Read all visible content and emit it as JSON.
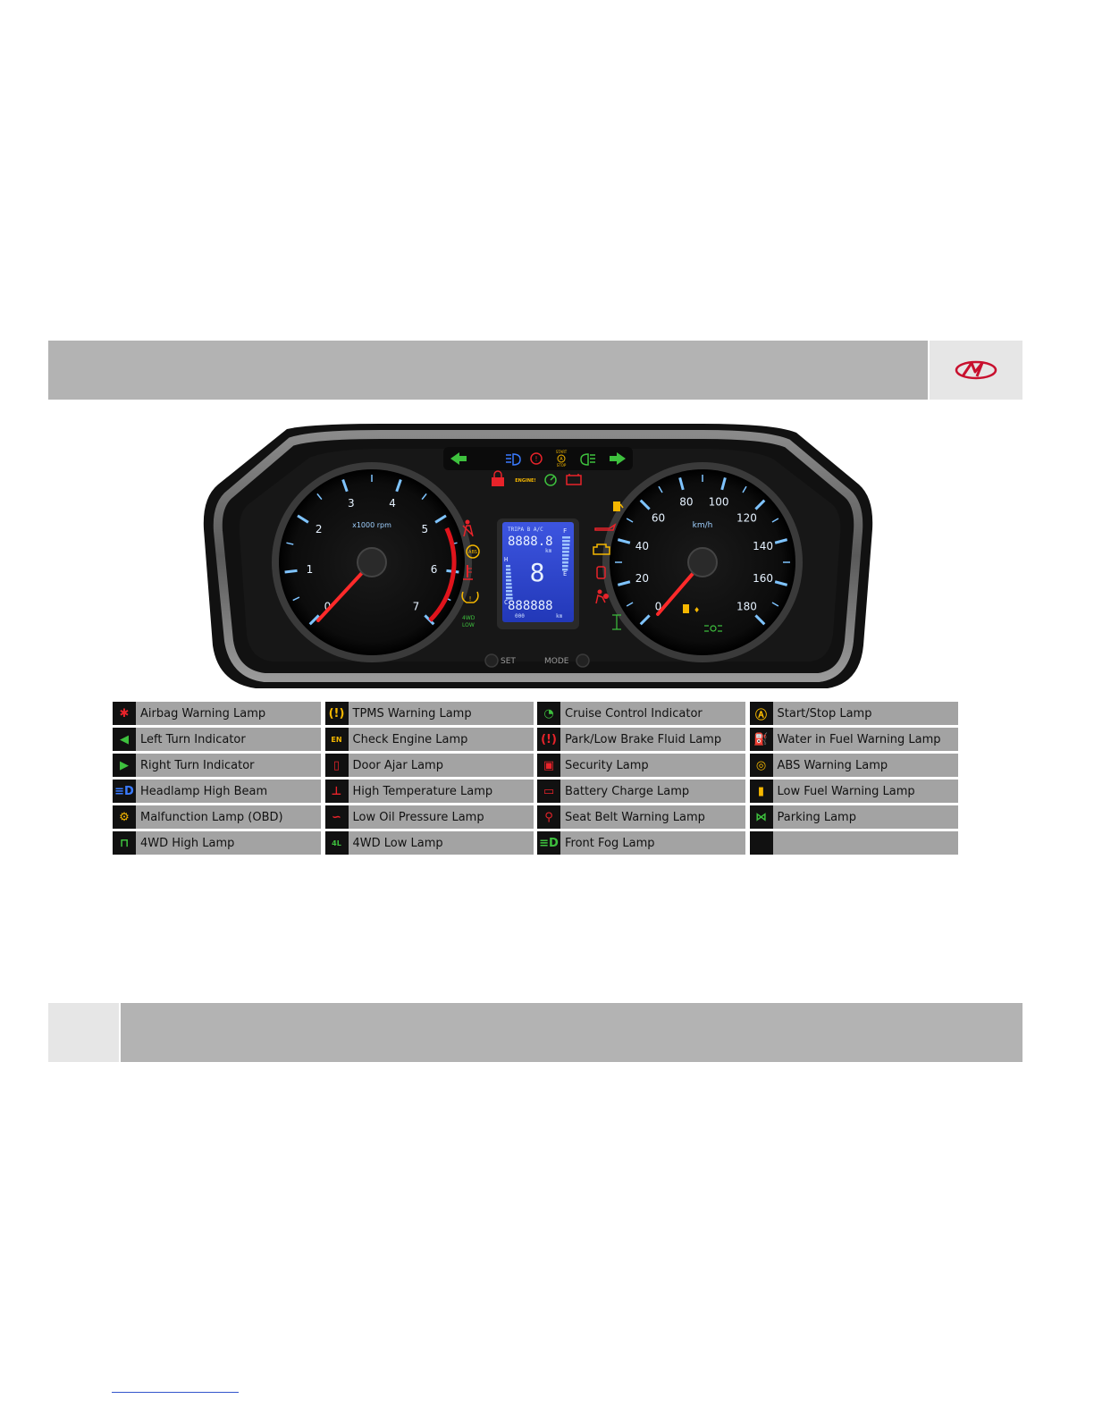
{
  "cluster": {
    "tacho": {
      "ticks": [
        "0",
        "1",
        "2",
        "3",
        "4",
        "5",
        "6",
        "7"
      ],
      "unit": "x1000 rpm"
    },
    "speedo": {
      "ticks": [
        "0",
        "20",
        "40",
        "60",
        "80",
        "100",
        "120",
        "140",
        "160",
        "180"
      ],
      "unit": "km/h"
    },
    "lcd": {
      "top_label": "TRIPA B A/C",
      "top_value": "8888.8",
      "top_unit": "km",
      "gear": "8",
      "odo_value": "888888",
      "odo_sub": "000",
      "odo_unit": "km",
      "fuel_full": "F",
      "fuel_empty": "E",
      "temp_hot": "H",
      "temp_cold": "C"
    },
    "buttons": {
      "set": "SET",
      "mode": "MODE"
    },
    "lamp_4wd_low": {
      "line1": "4WD",
      "line2": "LOW"
    },
    "engine_text": "ENGINE!",
    "start_stop": {
      "line1": "START",
      "line2": "A",
      "line3": "STOP"
    }
  },
  "legend": {
    "rows": [
      [
        {
          "icon": "airbag-icon",
          "color": "#e8232a",
          "label": "Airbag Warning Lamp"
        },
        {
          "icon": "tpms-icon",
          "color": "#f5b700",
          "label": "TPMS Warning Lamp"
        },
        {
          "icon": "cruise-icon",
          "color": "#3ec13e",
          "label": "Cruise Control Indicator"
        },
        {
          "icon": "start-stop-icon",
          "color": "#f5b700",
          "label": "Start/Stop Lamp"
        }
      ],
      [
        {
          "icon": "left-arrow-icon",
          "color": "#3ec13e",
          "label": "Left Turn Indicator"
        },
        {
          "icon": "engine-text-icon",
          "color": "#f5b700",
          "label": "Check Engine Lamp"
        },
        {
          "icon": "brake-icon",
          "color": "#e8232a",
          "label": "Park/Low Brake Fluid Lamp"
        },
        {
          "icon": "water-fuel-icon",
          "color": "#f5b700",
          "label": "Water in Fuel Warning Lamp"
        }
      ],
      [
        {
          "icon": "right-arrow-icon",
          "color": "#3ec13e",
          "label": "Right Turn Indicator"
        },
        {
          "icon": "door-icon",
          "color": "#e8232a",
          "label": "Door Ajar Lamp"
        },
        {
          "icon": "security-icon",
          "color": "#e8232a",
          "label": "Security Lamp"
        },
        {
          "icon": "abs-icon",
          "color": "#f5b700",
          "label": "ABS Warning Lamp"
        }
      ],
      [
        {
          "icon": "high-beam-icon",
          "color": "#3a7bff",
          "label": "Headlamp High Beam"
        },
        {
          "icon": "temperature-icon",
          "color": "#e8232a",
          "label": "High Temperature Lamp"
        },
        {
          "icon": "battery-icon",
          "color": "#e8232a",
          "label": "Battery Charge Lamp"
        },
        {
          "icon": "fuel-icon",
          "color": "#f5b700",
          "label": "Low Fuel Warning Lamp"
        }
      ],
      [
        {
          "icon": "engine-icon",
          "color": "#f5b700",
          "label": "Malfunction Lamp (OBD)"
        },
        {
          "icon": "oil-icon",
          "color": "#e8232a",
          "label": "Low Oil Pressure Lamp"
        },
        {
          "icon": "seatbelt-icon",
          "color": "#e8232a",
          "label": "Seat Belt Warning Lamp"
        },
        {
          "icon": "parking-icon",
          "color": "#3ec13e",
          "label": "Parking Lamp"
        }
      ],
      [
        {
          "icon": "4wd-high-icon",
          "color": "#3ec13e",
          "label": "4WD High Lamp"
        },
        {
          "icon": "4wd-low-icon",
          "color": "#3ec13e",
          "label": "4WD Low Lamp"
        },
        {
          "icon": "fog-icon",
          "color": "#3ec13e",
          "label": "Front Fog Lamp"
        },
        {
          "icon": "blank-icon",
          "color": "#111111",
          "label": ""
        }
      ]
    ]
  }
}
